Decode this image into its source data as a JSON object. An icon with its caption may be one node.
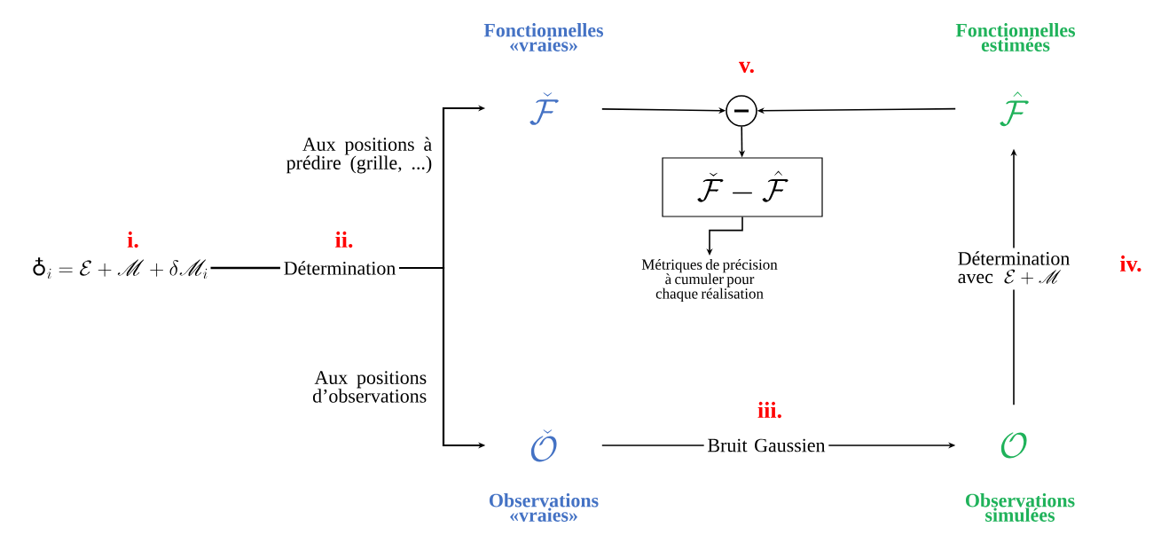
{
  "diagram": {
    "nodes": [
      {
        "text": [
          "\\mbox{\\earthfont ♁}_i = \\mathcal{E} + \\mathscr{M} + \\delta\\mathscr{M}_i"
        ],
        "beside": [
          "i."
        ]
      },
      {
        "text": [
          "Détermination"
        ],
        "beside": [
          "ii."
        ]
      },
      {
        "text": [
          "Fonctionnelles «vraies»",
          "\\check{\\mathcal{F}}"
        ]
      },
      {
        "text": [],
        "shape": "circle",
        "beside": [
          "v."
        ]
      },
      {
        "text": [
          "Fonctionnelles estimées",
          "\\hat{\\mathcal{F}}"
        ]
      },
      {
        "text": [
          "\\check{\\mathcal{F}} - \\hat{\\mathcal{F}}"
        ]
      },
      {
        "text": [
          "Métriques de précision à cumuler pour chaque réalisation"
        ]
      },
      {
        "text": [
          "\\check{\\mathcal{O}}",
          "Observations «vraies»"
        ]
      },
      {
        "text": [
          "Bruit Gaussien"
        ],
        "beside": [
          "iii."
        ]
      },
      {
        "text": [
          "\\mathcal{O}",
          "Observations simulées"
        ]
      },
      {
        "text": [
          "Détermination",
          "avec",
          "\\mathcal{E} + \\mathscr{M}"
        ],
        "beside": [
          "iv."
        ]
      }
    ],
    "edges": [
      {
        "from": 0,
        "to": 1,
        "arrow": "none"
      },
      {
        "from": 1,
        "to": 2,
        "arrow": "to",
        "label": "Aux positions à prédire (grille, ...)"
      },
      {
        "from": 1,
        "to": 7,
        "arrow": "to",
        "label": "Aux positions d’observations"
      },
      {
        "from": 2,
        "to": 3,
        "arrow": "to"
      },
      {
        "from": 4,
        "to": 3,
        "arrow": "to"
      },
      {
        "from": 3,
        "to": 5,
        "arrow": "to"
      },
      {
        "from": 5,
        "to": 6,
        "arrow": "to"
      },
      {
        "from": 7,
        "to": 8,
        "arrow": "none"
      },
      {
        "from": 8,
        "to": 9,
        "arrow": "to"
      },
      {
        "from": 9,
        "to": 10,
        "arrow": "none"
      },
      {
        "from": 10,
        "to": 4,
        "arrow": "to"
      }
    ]
  }
}
